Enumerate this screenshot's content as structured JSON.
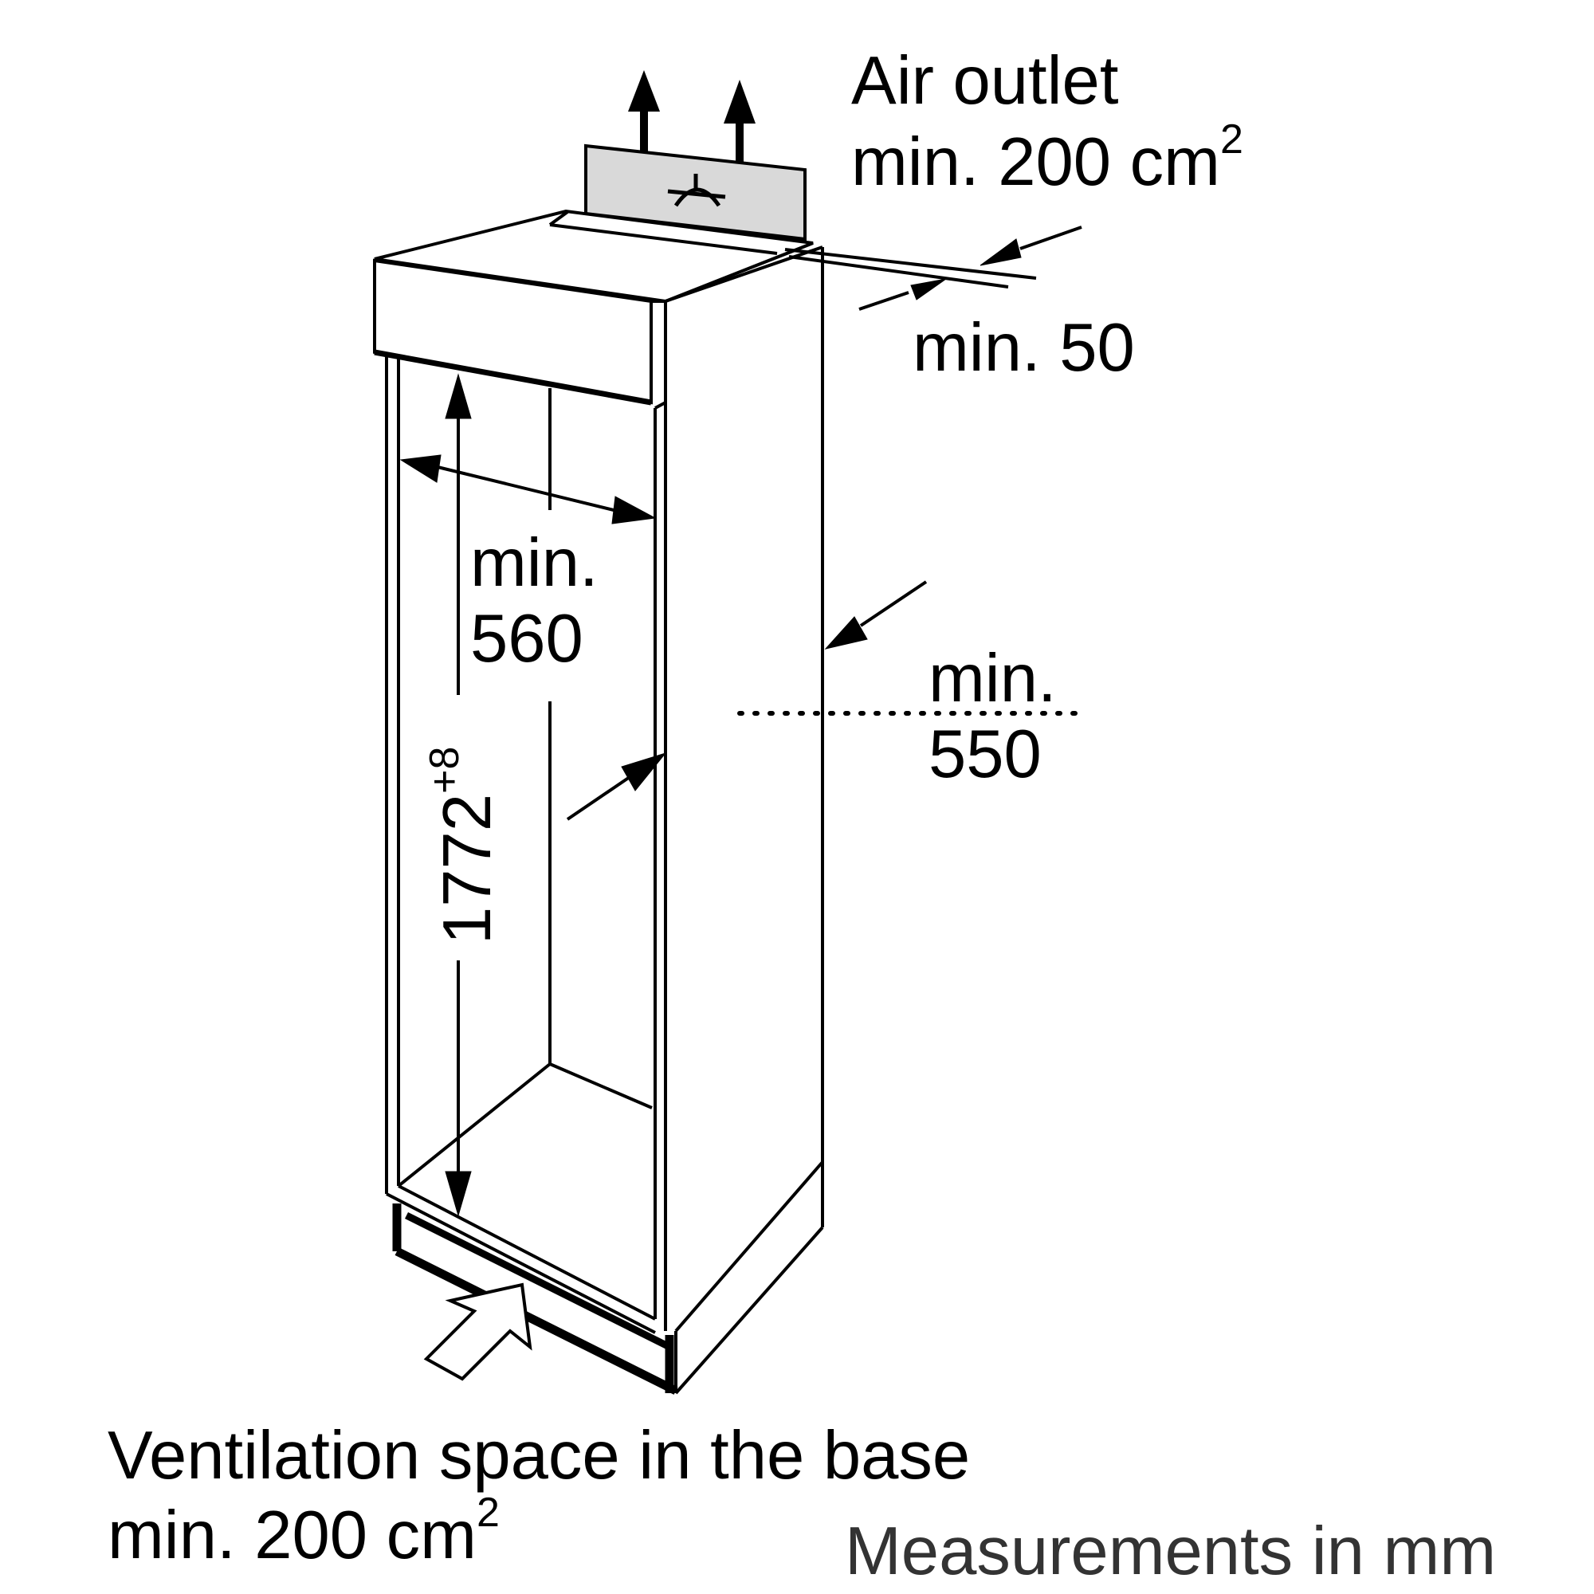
{
  "air_outlet": {
    "title": "Air outlet",
    "value": "min. 200 cm",
    "exponent": "2"
  },
  "dims": {
    "gap": "min. 50",
    "width_label": "min.",
    "width_value": "560",
    "depth_label": "min.",
    "depth_value": "550",
    "height_value": "1772",
    "height_tolerance": "+8"
  },
  "ventilation": {
    "title": "Ventilation space in the base",
    "value": "min. 200 cm",
    "exponent": "2"
  },
  "units_note": "Measurements in mm",
  "colors": {
    "line": "#000000",
    "grille_fill": "#d9d9d9",
    "note_text": "#333333"
  }
}
